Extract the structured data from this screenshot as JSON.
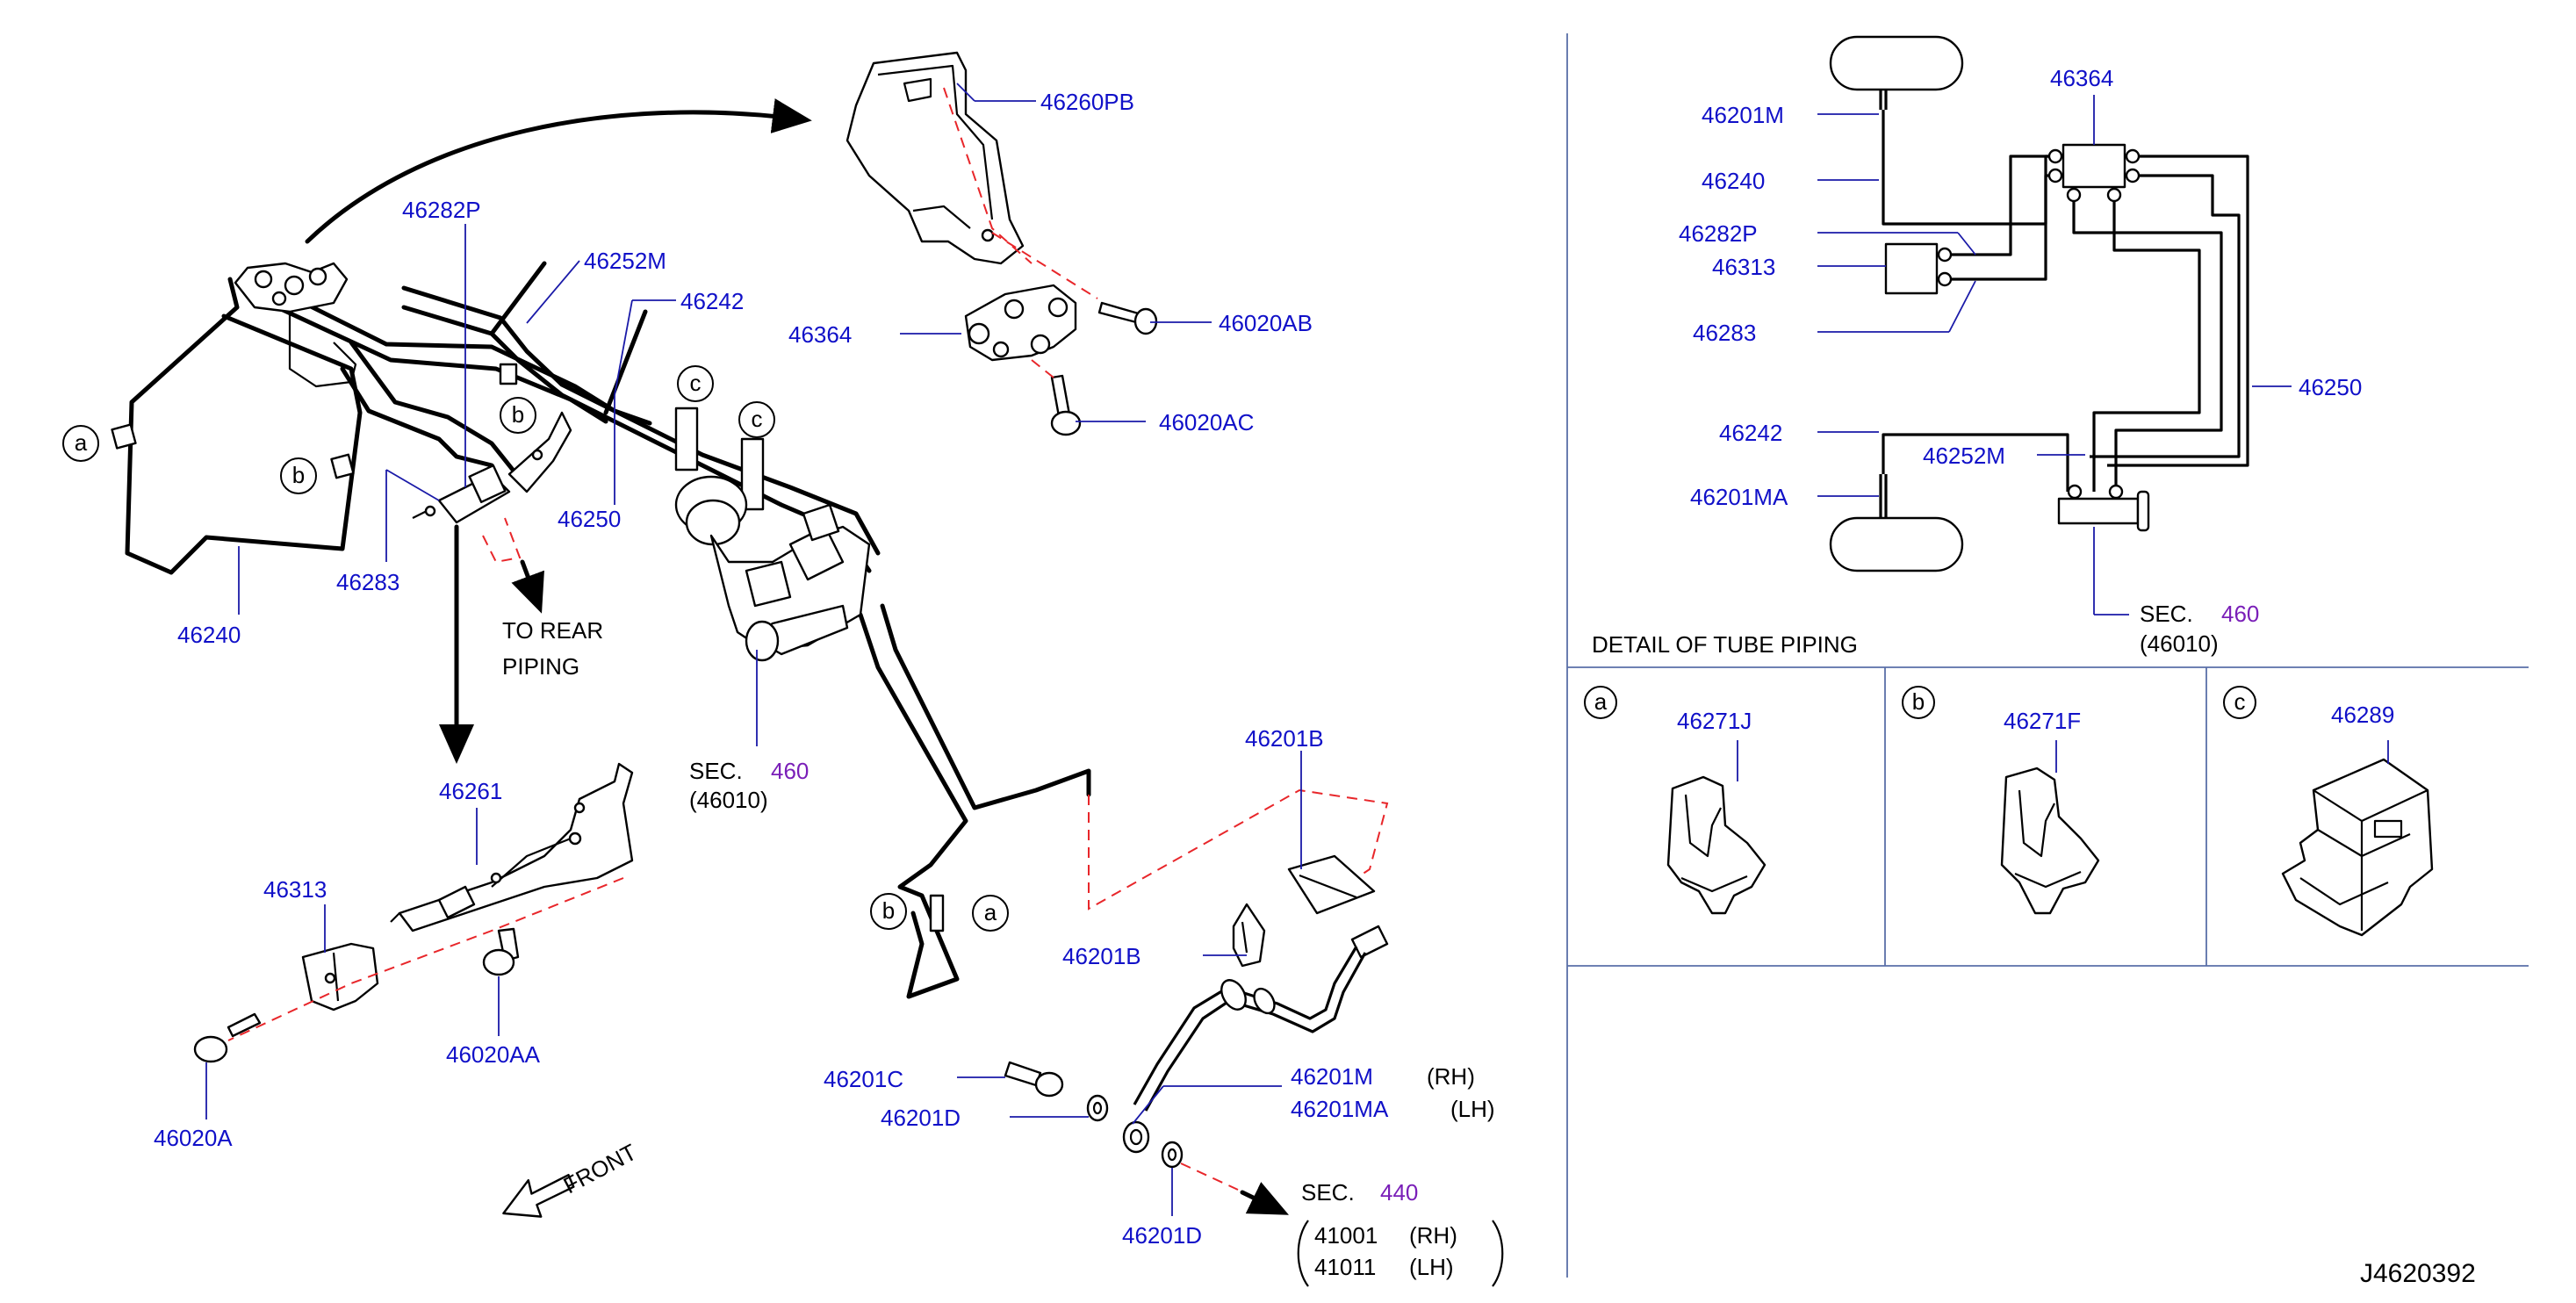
{
  "diagram_id": "J4620392",
  "sec_word": "SEC.",
  "part_numbers": {
    "p46260PB": "46260PB",
    "p46364": "46364",
    "p46020AB": "46020AB",
    "p46020AC": "46020AC",
    "p46282P": "46282P",
    "p46252M": "46252M",
    "p46242": "46242",
    "p46250": "46250",
    "p46283": "46283",
    "p46240": "46240",
    "p46261": "46261",
    "p46313": "46313",
    "p46020AA": "46020AA",
    "p46020A": "46020A",
    "p46201B_top": "46201B",
    "p46201B": "46201B",
    "p46201C": "46201C",
    "p46201D_a": "46201D",
    "p46201D_b": "46201D",
    "p46201M": "46201M",
    "p46201MA": "46201MA"
  },
  "labels": {
    "to_rear_1": "TO  REAR",
    "to_rear_2": "PIPING",
    "sec460_main": "460",
    "sec460_main_sub": "(46010)",
    "rh": "(RH)",
    "lh": "(LH)",
    "front": "FRONT",
    "sec440": "440",
    "ref41001": "41001",
    "ref41001_side": "(RH)",
    "ref41011": "41011",
    "ref41011_side": "(LH)"
  },
  "callouts": {
    "a": "a",
    "b": "b",
    "c": "c"
  },
  "detail": {
    "title": "DETAIL  OF  TUBE  PIPING",
    "p46201M": "46201M",
    "p46240": "46240",
    "p46282P": "46282P",
    "p46313": "46313",
    "p46283": "46283",
    "p46364": "46364",
    "p46250": "46250",
    "p46242": "46242",
    "p46252M": "46252M",
    "p46201MA": "46201MA",
    "sec460": "460",
    "sec460_sub": "(46010)"
  },
  "clips": {
    "a": {
      "letter": "a",
      "part": "46271J"
    },
    "b": {
      "letter": "b",
      "part": "46271F"
    },
    "c": {
      "letter": "c",
      "part": "46289"
    }
  },
  "colors": {
    "part_number": "#1010c8",
    "section_ref": "#7a1fb8",
    "dashed_line": "#e8262a",
    "grid_line": "#5a6fa8"
  }
}
